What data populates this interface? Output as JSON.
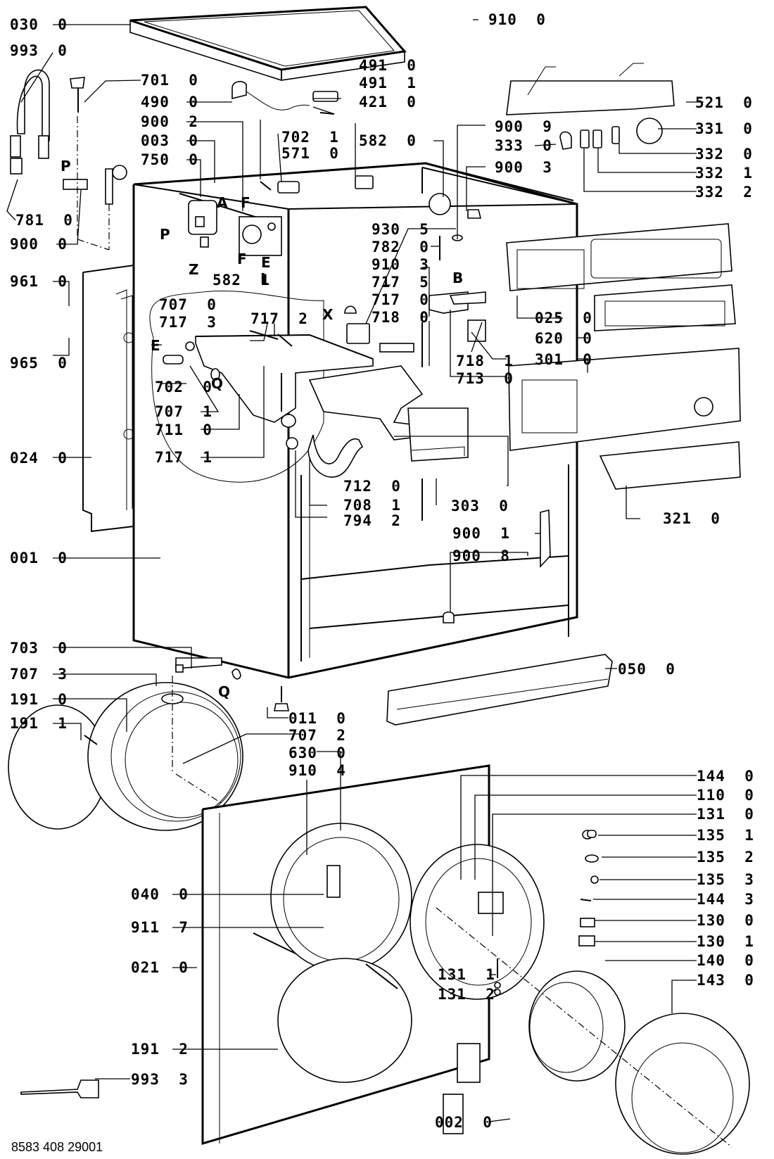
{
  "document": {
    "type": "exploded parts diagram",
    "subject": "front-loading washing machine",
    "footer_code": "8583 408 29001"
  },
  "callouts": [
    {
      "id": "c-0300",
      "label": "030  0"
    },
    {
      "id": "c-9930",
      "label": "993  0"
    },
    {
      "id": "c-7010",
      "label": "701  0"
    },
    {
      "id": "c-4900",
      "label": "490  0"
    },
    {
      "id": "c-9002",
      "label": "900  2"
    },
    {
      "id": "c-0030",
      "label": "003  0"
    },
    {
      "id": "c-7500",
      "label": "750  0"
    },
    {
      "id": "c-7810",
      "label": "781  0"
    },
    {
      "id": "c-9000",
      "label": "900  0"
    },
    {
      "id": "c-9610",
      "label": "961  0"
    },
    {
      "id": "c-9650",
      "label": "965  0"
    },
    {
      "id": "c-0240",
      "label": "024  0"
    },
    {
      "id": "c-0010",
      "label": "001  0"
    },
    {
      "id": "c-7021",
      "label": "702  1"
    },
    {
      "id": "c-5710",
      "label": "571  0"
    },
    {
      "id": "c-4910",
      "label": "491  0"
    },
    {
      "id": "c-4911",
      "label": "491  1"
    },
    {
      "id": "c-4210",
      "label": "421  0"
    },
    {
      "id": "c-5820",
      "label": "582  0"
    },
    {
      "id": "c-5821",
      "label": "582  1"
    },
    {
      "id": "c-9100",
      "label": "910  0"
    },
    {
      "id": "c-5210",
      "label": "521  0"
    },
    {
      "id": "c-9009",
      "label": "900  9"
    },
    {
      "id": "c-3330",
      "label": "333  0"
    },
    {
      "id": "c-9003",
      "label": "900  3"
    },
    {
      "id": "c-3310",
      "label": "331  0"
    },
    {
      "id": "c-3320",
      "label": "332  0"
    },
    {
      "id": "c-3321",
      "label": "332  1"
    },
    {
      "id": "c-3322",
      "label": "332  2"
    },
    {
      "id": "c-9305",
      "label": "930  5"
    },
    {
      "id": "c-7820",
      "label": "782  0"
    },
    {
      "id": "c-9103",
      "label": "910  3"
    },
    {
      "id": "c-7175",
      "label": "717  5"
    },
    {
      "id": "c-7170",
      "label": "717  0"
    },
    {
      "id": "c-7180",
      "label": "718  0"
    },
    {
      "id": "c-7070",
      "label": "707  0"
    },
    {
      "id": "c-7173",
      "label": "717  3"
    },
    {
      "id": "c-7172",
      "label": "717  2"
    },
    {
      "id": "c-7020",
      "label": "702  0"
    },
    {
      "id": "c-7071",
      "label": "707  1"
    },
    {
      "id": "c-7110",
      "label": "711  0"
    },
    {
      "id": "c-7171",
      "label": "717  1"
    },
    {
      "id": "c-7181",
      "label": "718  1"
    },
    {
      "id": "c-7130",
      "label": "713  0"
    },
    {
      "id": "c-0250",
      "label": "025  0"
    },
    {
      "id": "c-6200",
      "label": "620  0"
    },
    {
      "id": "c-3010",
      "label": "301  0"
    },
    {
      "id": "c-7120",
      "label": "712  0"
    },
    {
      "id": "c-7081",
      "label": "708  1"
    },
    {
      "id": "c-7942",
      "label": "794  2"
    },
    {
      "id": "c-3030",
      "label": "303  0"
    },
    {
      "id": "c-3210",
      "label": "321  0"
    },
    {
      "id": "c-9001",
      "label": "900  1"
    },
    {
      "id": "c-9008",
      "label": "900  8"
    },
    {
      "id": "c-7030",
      "label": "703  0"
    },
    {
      "id": "c-7073",
      "label": "707  3"
    },
    {
      "id": "c-1910",
      "label": "191  0"
    },
    {
      "id": "c-1911",
      "label": "191  1"
    },
    {
      "id": "c-0110",
      "label": "011  0"
    },
    {
      "id": "c-7072",
      "label": "707  2"
    },
    {
      "id": "c-6300",
      "label": "630  0"
    },
    {
      "id": "c-9104",
      "label": "910  4"
    },
    {
      "id": "c-0500",
      "label": "050  0"
    },
    {
      "id": "c-1440",
      "label": "144  0"
    },
    {
      "id": "c-1100",
      "label": "110  0"
    },
    {
      "id": "c-1310",
      "label": "131  0"
    },
    {
      "id": "c-1351",
      "label": "135  1"
    },
    {
      "id": "c-1352",
      "label": "135  2"
    },
    {
      "id": "c-1353",
      "label": "135  3"
    },
    {
      "id": "c-1443",
      "label": "144  3"
    },
    {
      "id": "c-1300",
      "label": "130  0"
    },
    {
      "id": "c-1301",
      "label": "130  1"
    },
    {
      "id": "c-1400",
      "label": "140  0"
    },
    {
      "id": "c-1430",
      "label": "143  0"
    },
    {
      "id": "c-1311",
      "label": "131  1"
    },
    {
      "id": "c-1312",
      "label": "131  2"
    },
    {
      "id": "c-0400",
      "label": "040  0"
    },
    {
      "id": "c-9117",
      "label": "911  7"
    },
    {
      "id": "c-0210",
      "label": "021  0"
    },
    {
      "id": "c-1912",
      "label": "191  2"
    },
    {
      "id": "c-9933",
      "label": "993  3"
    },
    {
      "id": "c-0020",
      "label": "002  0"
    }
  ],
  "letter_markers": {
    "P1": "P",
    "P2": "P",
    "A": "A",
    "F1": "F",
    "F2": "F",
    "Z": "Z",
    "E1": "E",
    "E2": "E",
    "I": "I",
    "B": "B",
    "X": "X",
    "Q1": "Q",
    "Q2": "Q"
  }
}
